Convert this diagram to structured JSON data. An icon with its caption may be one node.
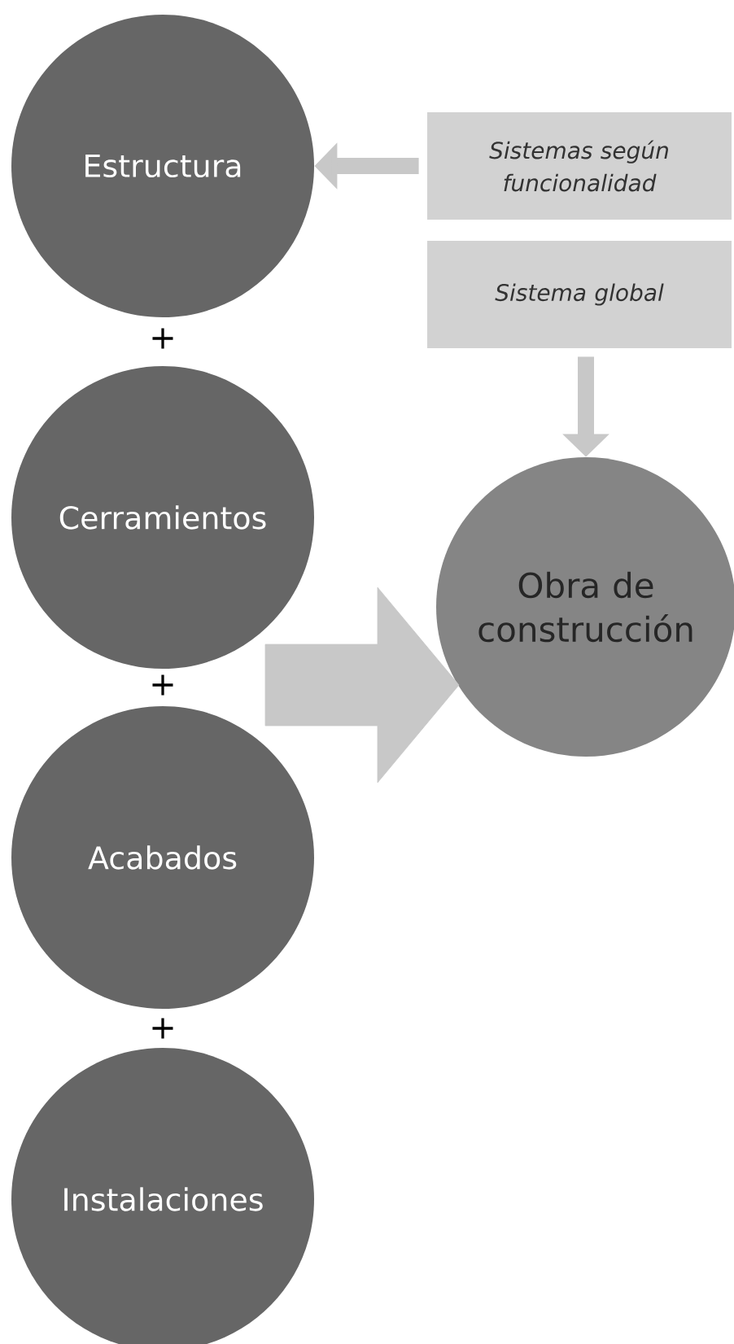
{
  "diagram": {
    "nodes": [
      {
        "text": [
          "Estructura"
        ]
      },
      {
        "text": [
          "Sistemas según funcionalidad"
        ]
      },
      {
        "text": [
          "Sistema global"
        ]
      },
      {
        "text": [
          "Cerramientos"
        ]
      },
      {
        "text": [
          "Obra de construcción"
        ]
      },
      {
        "text": [
          "Acabados"
        ]
      },
      {
        "text": [
          "Instalaciones"
        ]
      }
    ],
    "edges": [
      {
        "from": 1,
        "to": 0,
        "arrow": "to"
      },
      {
        "from": 2,
        "to": 4,
        "arrow": "to"
      },
      {
        "from": null,
        "to": 4,
        "arrow": "to",
        "style": "thick"
      }
    ],
    "labels": [
      "+",
      "+",
      "+"
    ]
  }
}
